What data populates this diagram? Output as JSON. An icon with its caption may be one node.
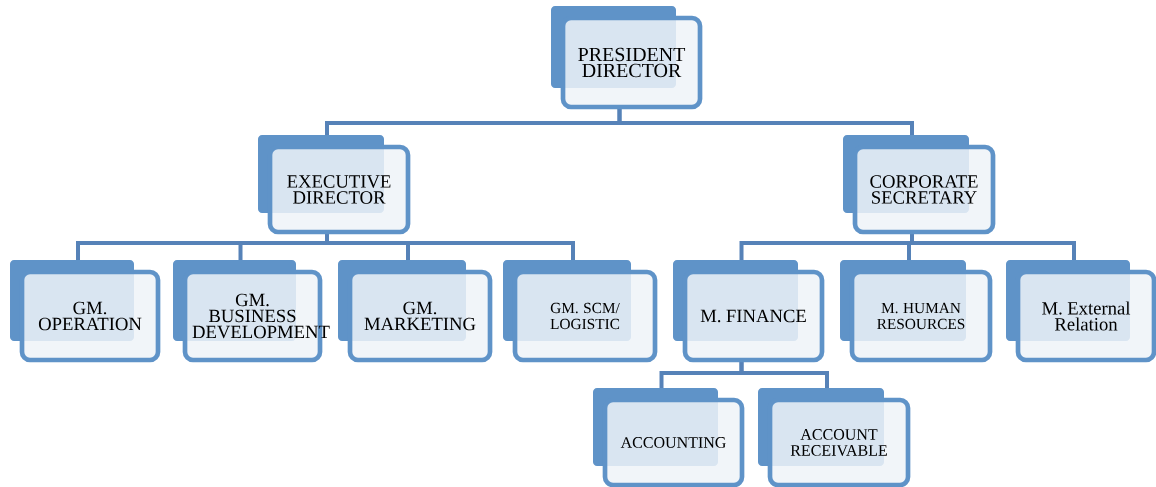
{
  "diagram": {
    "nodes": [
      {
        "text": [
          "PRESIDENT DIRECTOR"
        ]
      },
      {
        "text": [
          "EXECUTIVE DIRECTOR"
        ]
      },
      {
        "text": [
          "CORPORATE SECRETARY"
        ]
      },
      {
        "text": [
          "GM. OPERATION"
        ]
      },
      {
        "text": [
          "GM. BUSINESS DEVELOPMENT"
        ]
      },
      {
        "text": [
          "GM. MARKETING"
        ]
      },
      {
        "text": [
          "GM. SCM/ LOGISTIC"
        ]
      },
      {
        "text": [
          "M. FINANCE"
        ]
      },
      {
        "text": [
          "M. HUMAN RESOURCES"
        ]
      },
      {
        "text": [
          "M. External Relation"
        ]
      },
      {
        "text": [
          "ACCOUNTING"
        ]
      },
      {
        "text": [
          "ACCOUNT RECEIVABLE"
        ]
      }
    ],
    "edges": [
      {
        "from": 0,
        "to": 1,
        "arrow": "none"
      },
      {
        "from": 0,
        "to": 2,
        "arrow": "none"
      },
      {
        "from": 1,
        "to": 3,
        "arrow": "none"
      },
      {
        "from": 1,
        "to": 4,
        "arrow": "none"
      },
      {
        "from": 1,
        "to": 5,
        "arrow": "none"
      },
      {
        "from": 1,
        "to": 6,
        "arrow": "none"
      },
      {
        "from": 2,
        "to": 7,
        "arrow": "none"
      },
      {
        "from": 2,
        "to": 8,
        "arrow": "none"
      },
      {
        "from": 2,
        "to": 9,
        "arrow": "none"
      },
      {
        "from": 7,
        "to": 10,
        "arrow": "none"
      },
      {
        "from": 7,
        "to": 11,
        "arrow": "none"
      }
    ]
  }
}
